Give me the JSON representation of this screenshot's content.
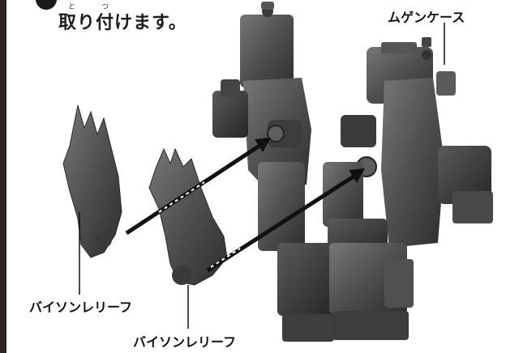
{
  "instruction": {
    "text": "取り付けます。",
    "ruby_to": "と",
    "ruby_tsu": "つ"
  },
  "labels": {
    "mugen_case": "ムゲンケース",
    "bison_relief_1": "バイソンレリーフ",
    "bison_relief_2": "バイソンレリーフ"
  },
  "colors": {
    "figure": "#4f4f4f",
    "figure_dark": "#2f2f2f",
    "figure_light": "#6e6e6e",
    "arrow": "#111111"
  }
}
